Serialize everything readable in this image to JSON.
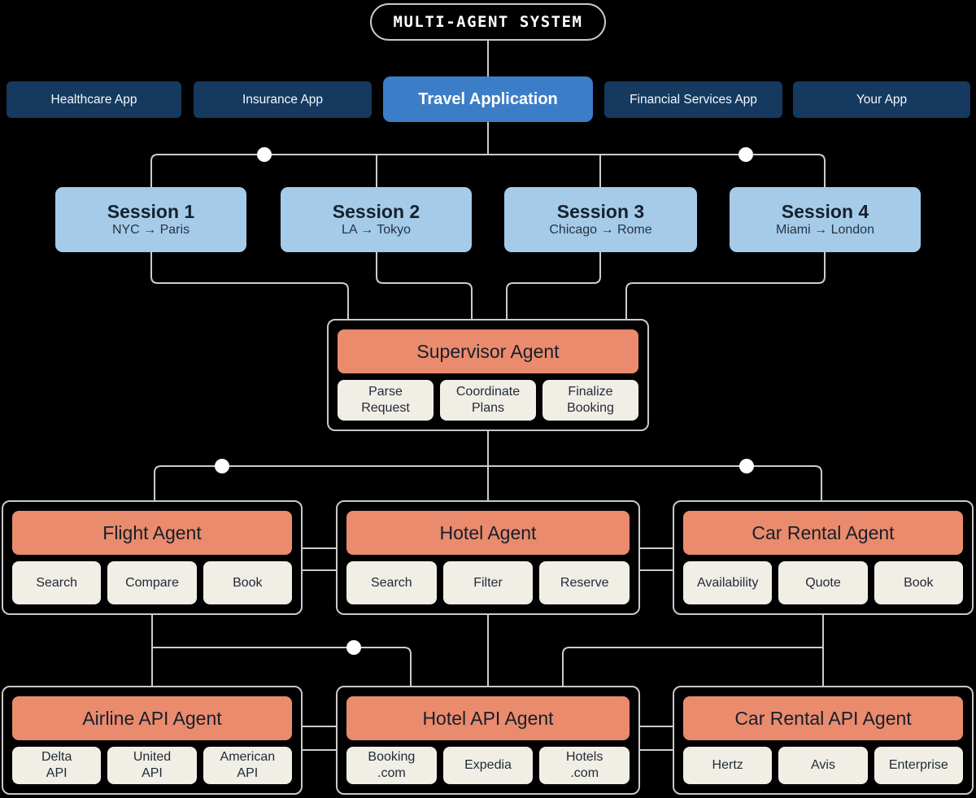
{
  "root": {
    "label": "MULTI-AGENT SYSTEM"
  },
  "apps": [
    {
      "label": "Healthcare App"
    },
    {
      "label": "Insurance App"
    },
    {
      "label": "Travel Application"
    },
    {
      "label": "Financial Services App"
    },
    {
      "label": "Your App"
    }
  ],
  "sessions": [
    {
      "title": "Session 1",
      "route": "NYC → Paris"
    },
    {
      "title": "Session 2",
      "route": "LA → Tokyo"
    },
    {
      "title": "Session 3",
      "route": "Chicago → Rome"
    },
    {
      "title": "Session 4",
      "route": "Miami → London"
    }
  ],
  "supervisor": {
    "title": "Supervisor Agent",
    "tasks": [
      "Parse\nRequest",
      "Coordinate\nPlans",
      "Finalize\nBooking"
    ]
  },
  "agents": [
    {
      "title": "Flight Agent",
      "tasks": [
        "Search",
        "Compare",
        "Book"
      ]
    },
    {
      "title": "Hotel Agent",
      "tasks": [
        "Search",
        "Filter",
        "Reserve"
      ]
    },
    {
      "title": "Car Rental Agent",
      "tasks": [
        "Availability",
        "Quote",
        "Book"
      ]
    }
  ],
  "api_agents": [
    {
      "title": "Airline API Agent",
      "tasks": [
        "Delta\nAPI",
        "United\nAPI",
        "American\nAPI"
      ]
    },
    {
      "title": "Hotel API Agent",
      "tasks": [
        "Booking\n.com",
        "Expedia",
        "Hotels\n.com"
      ]
    },
    {
      "title": "Car Rental API Agent",
      "tasks": [
        "Hertz",
        "Avis",
        "Enterprise"
      ]
    }
  ],
  "colors": {
    "background": "#000000",
    "wire": "#cccccc",
    "junction_dot": "#ffffff",
    "app_dark": "#15395f",
    "app_active": "#3c7dc8",
    "session_blue": "#a6cbe9",
    "agent_orange": "#ea8b6e",
    "task_cream": "#f1eee6",
    "panel_border": "#c9c9c9"
  }
}
